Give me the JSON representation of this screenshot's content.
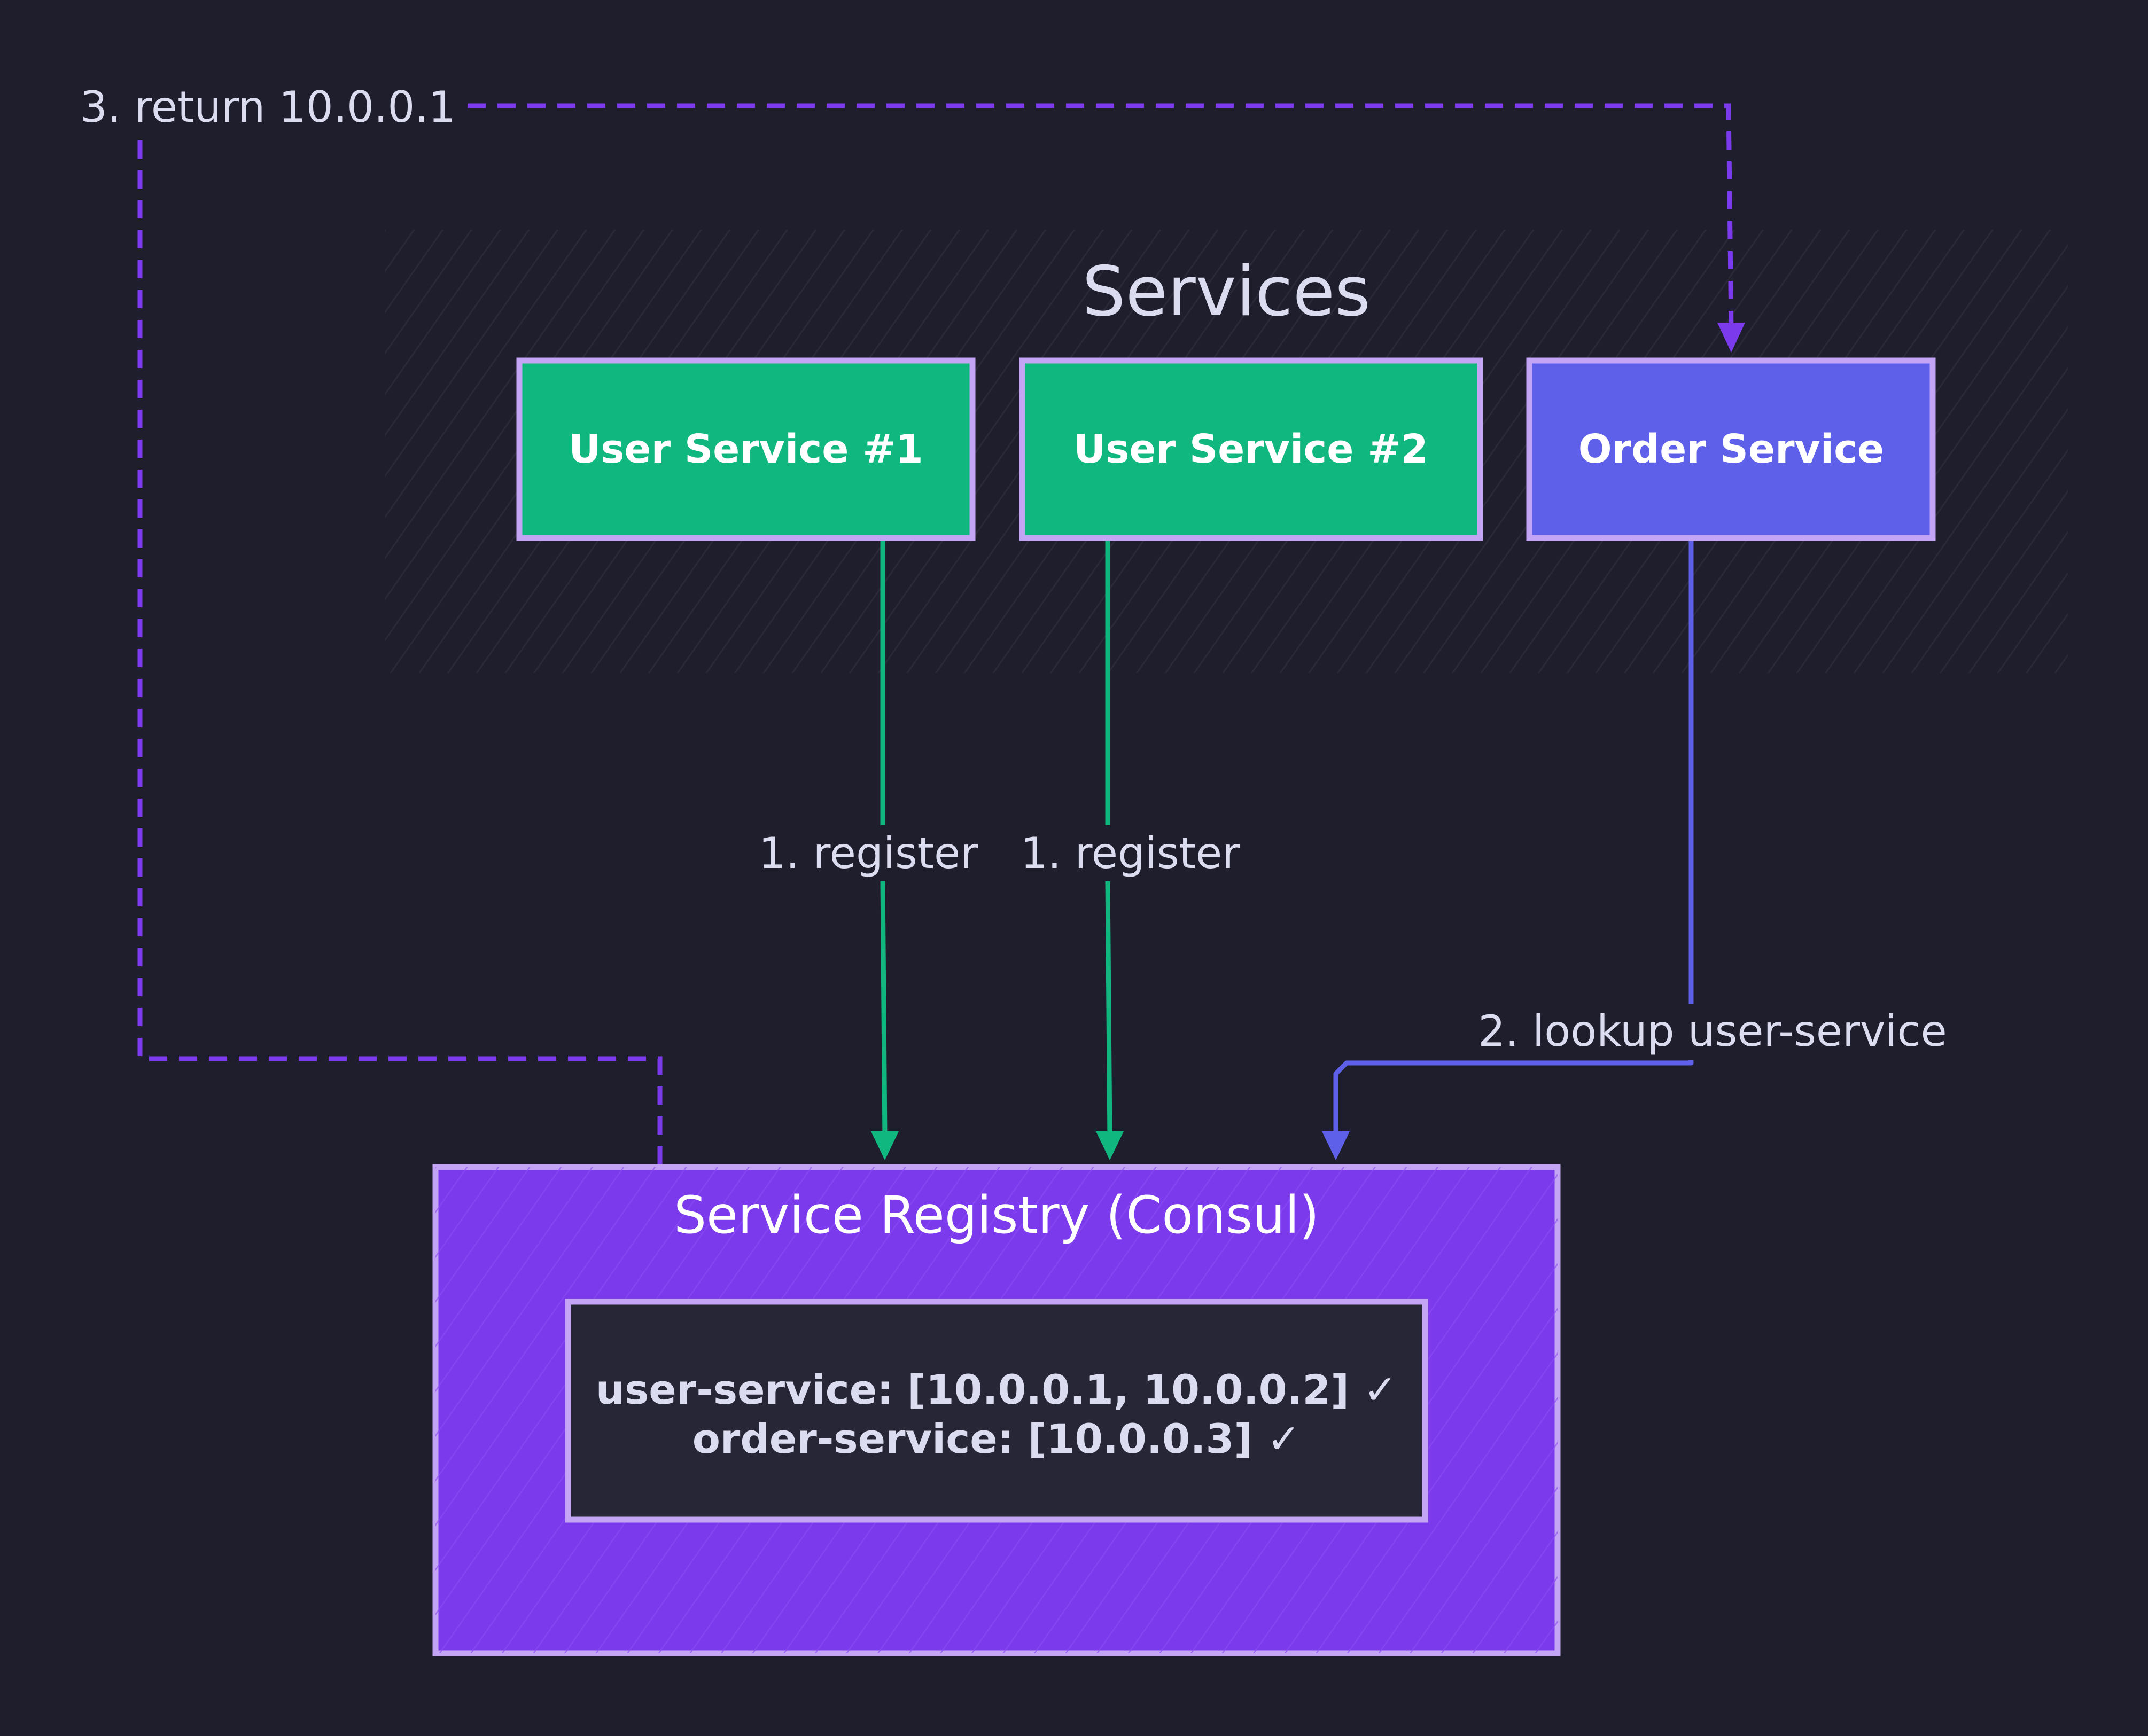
{
  "group": {
    "title": "Services"
  },
  "nodes": {
    "user_service_1": {
      "label": "User Service #1"
    },
    "user_service_2": {
      "label": "User Service #2"
    },
    "order_service": {
      "label": "Order Service"
    },
    "registry": {
      "title": "Service Registry (Consul)",
      "entries": [
        "user-service: [10.0.0.1, 10.0.0.2] ✓",
        "order-service: [10.0.0.3] ✓"
      ]
    }
  },
  "edges": [
    {
      "from": "user_service_1",
      "to": "registry",
      "label": "1. register",
      "style": "solid"
    },
    {
      "from": "user_service_2",
      "to": "registry",
      "label": "1. register",
      "style": "solid"
    },
    {
      "from": "order_service",
      "to": "registry",
      "label": "2. lookup user-service",
      "style": "solid"
    },
    {
      "from": "registry",
      "to": "order_service",
      "label": "3. return 10.0.0.1",
      "style": "dashed"
    }
  ],
  "colors": {
    "background": "#1e1e2c",
    "group_hatch": "#2a2a3a",
    "user_service_fill": "#10b880",
    "order_service_fill": "#5f60ea",
    "registry_fill": "#7c3aed",
    "registry_inner_fill": "#262636",
    "border": "#c4a4f4",
    "register_arrow": "#10b880",
    "lookup_arrow": "#5f60ea",
    "return_arrow": "#7c3aed",
    "text_light": "#dcdcf0",
    "text_white": "#ffffff"
  }
}
